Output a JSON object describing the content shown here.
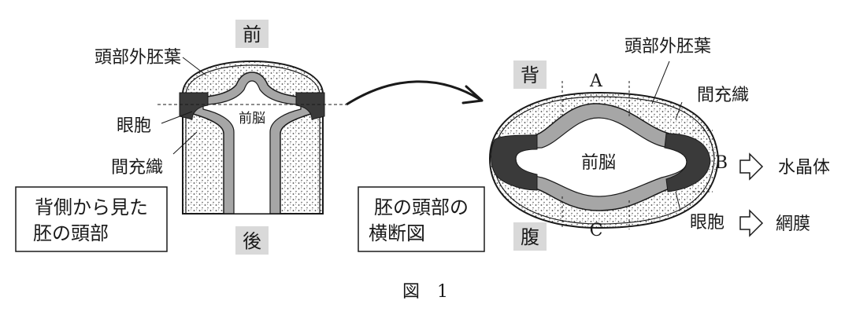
{
  "left_diagram": {
    "front": "前",
    "back": "後",
    "head_ectoderm": "頭部外胚葉",
    "optic_vesicle": "眼胞",
    "mesenchyme": "間充織",
    "forebrain": "前脳",
    "caption_line1": "背側から見た",
    "caption_line2": "胚の頭部"
  },
  "right_diagram": {
    "dorsal": "背",
    "ventral": "腹",
    "head_ectoderm": "頭部外胚葉",
    "mesenchyme": "間充織",
    "forebrain": "前脳",
    "region_a": "A",
    "region_b": "B",
    "region_c": "C",
    "optic_vesicle": "眼胞",
    "lens": "水晶体",
    "retina": "網膜",
    "caption_line1": "胚の頭部の",
    "caption_line2": "横断図"
  },
  "figure_label": "図　1"
}
